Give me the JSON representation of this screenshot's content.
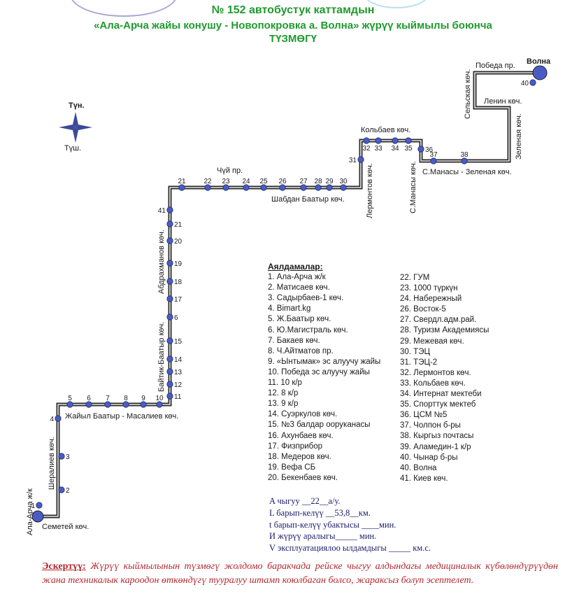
{
  "title": {
    "line1": "№ 152  автобустук каттамдын",
    "line2": "«Ала-Арча жайы конушу  - Новопокровка а. Волна»  жүрүү кыймылы боюнча",
    "line3": "ТҮЗМӨГҮ"
  },
  "compass": {
    "north": "Түн.",
    "south": "Түш."
  },
  "streets": {
    "semetei": "Семетей көч.",
    "sheraliev": "Шералиев көч.",
    "alaarcha": "Ала-Арча ж/к",
    "jaiyl": "Жайыл Баатыр -  Масалиев көч.",
    "baitik": "Байтик-Баатыр көч.",
    "abdrakhmanov": "Абдрахманов көч.",
    "chui": "Чүй пр.",
    "shabdan": "Шабдан Баатыр көч.",
    "lermontov": "Лермонтов көч.",
    "kolbaev": "Кольбаев көч.",
    "manas": "С.Манасы көч.",
    "manas_zelenaya": "С.Манасы - Зеленая көч.",
    "zelenaya": "Зеленая көч.",
    "lenin": "Ленин көч.",
    "selskaya": "Сельская көч.",
    "pobeda": "Победа пр.",
    "volna": "Волна"
  },
  "route_stops": [
    {
      "n": "1"
    },
    {
      "n": "2"
    },
    {
      "n": "3"
    },
    {
      "n": "4"
    },
    {
      "n": "5"
    },
    {
      "n": "6"
    },
    {
      "n": "7"
    },
    {
      "n": "8"
    },
    {
      "n": "9"
    },
    {
      "n": "10"
    },
    {
      "n": "11"
    },
    {
      "n": "12"
    },
    {
      "n": "13"
    },
    {
      "n": "14"
    },
    {
      "n": "15"
    },
    {
      "n": "6"
    },
    {
      "n": "17"
    },
    {
      "n": "18"
    },
    {
      "n": "19"
    },
    {
      "n": "20"
    },
    {
      "n": "21"
    },
    {
      "n": "41"
    },
    {
      "n": "21"
    },
    {
      "n": "22"
    },
    {
      "n": "23"
    },
    {
      "n": "24"
    },
    {
      "n": "25"
    },
    {
      "n": "26"
    },
    {
      "n": "27"
    },
    {
      "n": "28"
    },
    {
      "n": "29"
    },
    {
      "n": "30"
    },
    {
      "n": "31"
    },
    {
      "n": "32"
    },
    {
      "n": "33"
    },
    {
      "n": "34"
    },
    {
      "n": "35"
    },
    {
      "n": "36"
    },
    {
      "n": "37"
    },
    {
      "n": "38"
    },
    {
      "n": "40"
    }
  ],
  "legend": {
    "heading": "Аялдамалар:",
    "col1": [
      "1. Ала-Арча ж/к",
      "2. Матисаев көч.",
      "3. Садырбаев-1 көч.",
      "4.  Bimart.kg",
      "5. Ж.Баатыр көч.",
      "6. Ю.Магистраль көч.",
      "7. Бакаев көч.",
      "8. Ч.Айтматов пр.",
      "9. «Ынтымак» эс алуучу жайы",
      "10. Победа эс алуучу жайы",
      "11. 10 к/р",
      "12. 8 к/р",
      "13. 9 к/р",
      "14. Суэркулов көч.",
      "15. №3 балдар ооруканасы",
      "16. Ахунбаев көч.",
      "17. Физприбор",
      "18. Медеров көч.",
      "19. Вефа СБ",
      "20. Бекенбаев көч."
    ],
    "col2": [
      "22. ГУМ",
      "23. 1000 түркүн",
      "24. Набережный",
      "26. Восток-5",
      "27. Свердл.адм.рай.",
      "28. Туризм Академиясы",
      "29. Межевая көч.",
      "30. ТЭЦ",
      "31. ТЭЦ-2",
      "32. Лермонтов көч.",
      "33. Кольбаев көч.",
      "34. Интернат мектеби",
      "35. Спорттук мектеб",
      "36. ЦСМ №5",
      "37. Чолпон б-ры",
      "38. Кыргыз почтасы",
      "39. Аламедин-1 к/р",
      "40. Чынар б-ры",
      "40. Волна",
      "41. Киев көч."
    ]
  },
  "stats": {
    "line1": "A чыгуу __22__а/у.",
    "line2": "L барып-келүү __53,8__км.",
    "line3": "t барып-келүү убактысы ____мин.",
    "line4": "И жүрүү аралыгы_____ мин.",
    "line5": "V эксплуатациялоо ылдамдыгы _____ км.с."
  },
  "note": {
    "label": "Эскертүү:",
    "text": " Жүрүү кыймылынын түзмөгү жолдомо баракчада рейске чыгуу алдындагы медициналык күбөлөндүрүүдөн жана техникалык кароодон өткөндүгү тууралуу штамп коюлбаган болсо, жараксыз болуп эсептелет."
  },
  "colors": {
    "title": "#1f9a2e",
    "route": "#2a2a2a",
    "stop": "#4a5cc4",
    "note": "#b3262e"
  }
}
